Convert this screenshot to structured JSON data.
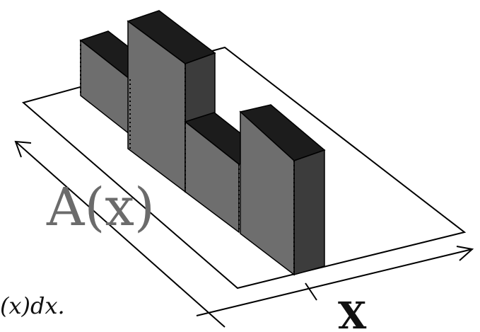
{
  "labels": {
    "area_function": "A(x)",
    "x_axis": "X",
    "formula_fragment": "(x)dx."
  },
  "colors": {
    "background": "#ffffff",
    "outline": "#000000",
    "block_front": "#6e6e6e",
    "block_side": "#3c3c3c",
    "block_top": "#1c1c1c",
    "area_label": "#6b6b6b"
  }
}
